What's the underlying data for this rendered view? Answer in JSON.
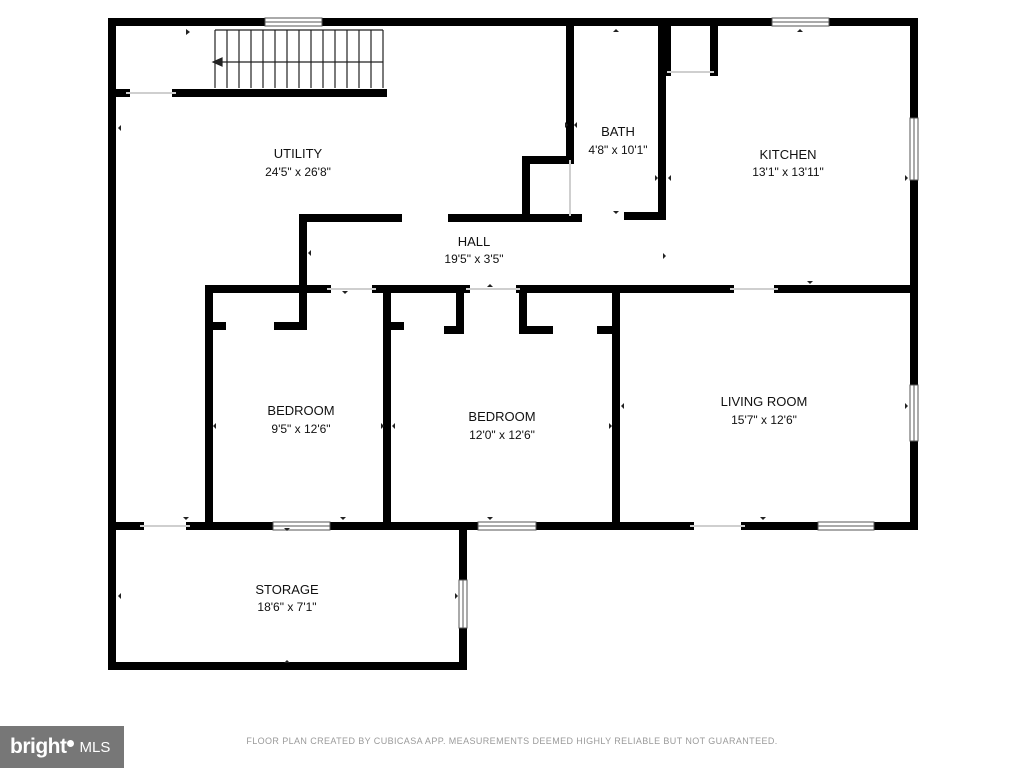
{
  "floor_plan": {
    "rooms": [
      {
        "id": "utility",
        "name": "UTILITY",
        "dimensions": "24'5\" x 26'8\""
      },
      {
        "id": "bath",
        "name": "BATH",
        "dimensions": "4'8\" x 10'1\""
      },
      {
        "id": "kitchen",
        "name": "KITCHEN",
        "dimensions": "13'1\" x 13'11\""
      },
      {
        "id": "hall",
        "name": "HALL",
        "dimensions": "19'5\" x 3'5\""
      },
      {
        "id": "bedroom-1",
        "name": "BEDROOM",
        "dimensions": "9'5\" x 12'6\""
      },
      {
        "id": "bedroom-2",
        "name": "BEDROOM",
        "dimensions": "12'0\" x 12'6\""
      },
      {
        "id": "living-room",
        "name": "LIVING ROOM",
        "dimensions": "15'7\" x 12'6\""
      },
      {
        "id": "storage",
        "name": "STORAGE",
        "dimensions": "18'6\" x 7'1\""
      }
    ],
    "wall_color": "#000000",
    "background_color": "#ffffff"
  },
  "footer": {
    "disclaimer": "FLOOR PLAN CREATED BY CUBICASA APP. MEASUREMENTS DEEMED HIGHLY RELIABLE BUT NOT GUARANTEED.",
    "logo_text": "bright",
    "logo_suffix": "MLS",
    "logo_color": "#777777"
  }
}
